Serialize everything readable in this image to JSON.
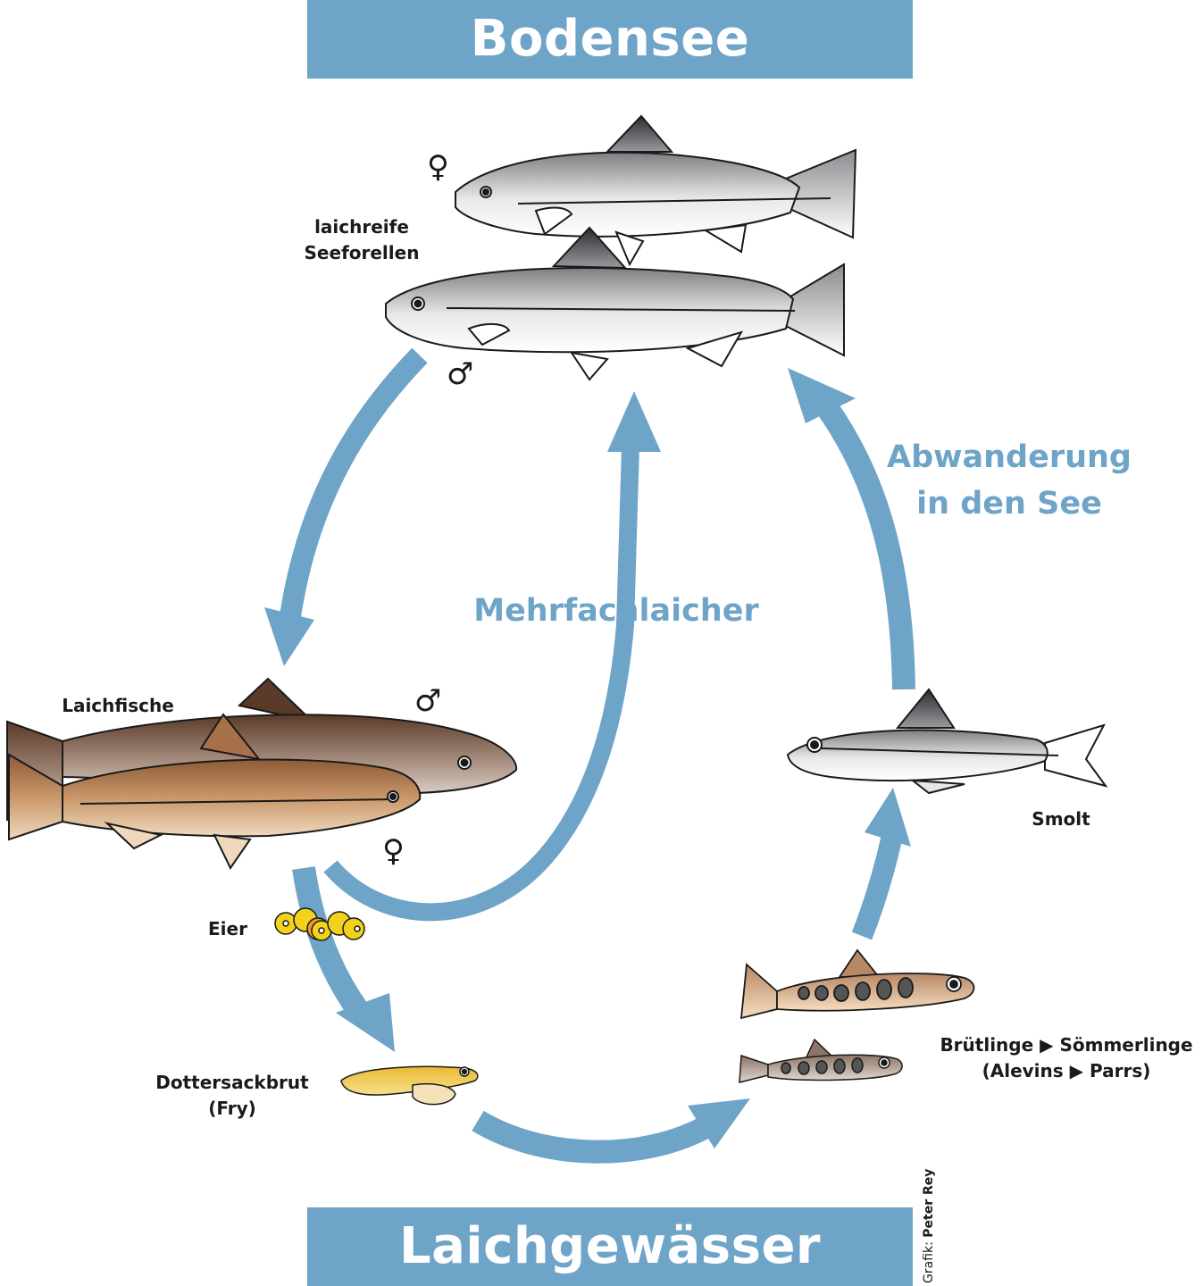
{
  "banners": {
    "top": "Bodensee",
    "bottom": "Laichgewässer"
  },
  "stages": {
    "adults_lake": {
      "line1": "laichreife",
      "line2": "Seeforellen",
      "female_symbol": "♀",
      "male_symbol": "♂"
    },
    "spawners": {
      "label": "Laichfische",
      "male_symbol": "♂",
      "female_symbol": "♀"
    },
    "eggs": {
      "label": "Eier"
    },
    "fry": {
      "line1": "Dottersackbrut",
      "line2": "(Fry)"
    },
    "juveniles": {
      "line1": "Brütlinge ▶ Sömmerlinge",
      "line2": "(Alevins ▶ Parrs)"
    },
    "smolt": {
      "label": "Smolt"
    }
  },
  "transitions": {
    "repeat_spawner": "Mehrfachlaicher",
    "migration_line1": "Abwanderung",
    "migration_line2": "in den See"
  },
  "credit": {
    "prefix": "Grafik:",
    "author": "Peter Rey"
  },
  "colors": {
    "accent_blue": "#6fa4c9",
    "text_dark": "#1a1a1a",
    "lake_trout_grey": "#8e8e90",
    "spawner_brown": "#8a5a3a",
    "egg_yellow": "#f2d21b",
    "egg_orange": "#f09a2a"
  }
}
